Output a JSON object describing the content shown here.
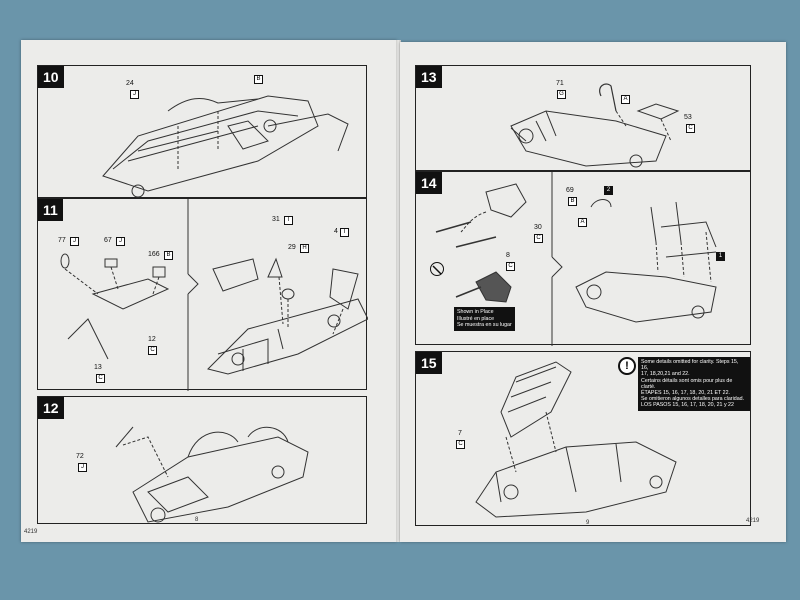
{
  "left_page": {
    "footer_code": "4219",
    "page_number": "8",
    "steps": {
      "s10": {
        "number": "10",
        "parts": [
          {
            "num": "24",
            "tree": "J"
          }
        ],
        "callout": "B"
      },
      "s11": {
        "number": "11",
        "parts": [
          {
            "num": "77",
            "tree": "J"
          },
          {
            "num": "67",
            "tree": "J"
          },
          {
            "num": "166",
            "tree": "B"
          },
          {
            "num": "12",
            "tree": "C"
          },
          {
            "num": "13",
            "tree": "C"
          },
          {
            "num": "31",
            "tree": "I"
          },
          {
            "num": "29",
            "tree": "H"
          },
          {
            "num": "4",
            "tree": "I"
          }
        ]
      },
      "s12": {
        "number": "12",
        "parts": [
          {
            "num": "72",
            "tree": "J"
          }
        ]
      }
    }
  },
  "right_page": {
    "footer_code": "4219",
    "page_number": "9",
    "steps": {
      "s13": {
        "number": "13",
        "parts": [
          {
            "num": "71",
            "tree": "G"
          },
          {
            "num": "53",
            "tree": "C"
          }
        ],
        "callout": "A"
      },
      "s14": {
        "number": "14",
        "parts": [
          {
            "num": "30",
            "tree": "C"
          },
          {
            "num": "8",
            "tree": "C"
          },
          {
            "num": "69",
            "tree": "B"
          }
        ],
        "callouts": [
          "A",
          "2",
          "1"
        ],
        "shown_in_place": [
          "Shown in Place",
          "Illustré en place",
          "Se muestra en su lugar"
        ]
      },
      "s15": {
        "number": "15",
        "parts": [
          {
            "num": "7",
            "tree": "C"
          }
        ],
        "notice": [
          "Some details omitted for clarity. Steps 15, 16,",
          "17, 18,20,21 and 22.",
          "Certains détails sont omis pour plus de clarté.",
          "ÉTAPES 15, 16, 17, 18, 20, 21 ET 22.",
          "Se omitieron algunos detalles para claridad.",
          "LOS PASOS 15, 16, 17, 18, 20, 21 y 22"
        ]
      }
    }
  },
  "icons": {
    "warning": "exclamation-icon",
    "prohibited": "no-symbol-icon"
  }
}
